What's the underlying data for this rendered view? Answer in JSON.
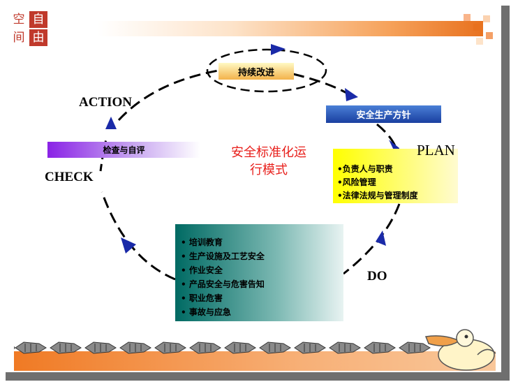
{
  "logo": {
    "chars": [
      "空",
      "自",
      "间",
      "由"
    ]
  },
  "colors": {
    "accent_orange": "#e8711e",
    "arrow_blue": "#1a2aa8",
    "title_red": "#e8201c",
    "teal": "#006a63"
  },
  "cycle": {
    "improve_label": "持续改进",
    "policy_label": "安全生产方针",
    "check_box_label": "检查与自评",
    "center_title_line1": "安全标准化运",
    "center_title_line2": "行模式",
    "stage_action": "ACTION",
    "stage_plan": "PLAN",
    "stage_check": "CHECK",
    "stage_do": "DO"
  },
  "plan_items": [
    "•负责人与职责",
    "•风险管理",
    "•法律法规与管理制度"
  ],
  "do_items": [
    "• 培训教育",
    "• 生产设施及工艺安全",
    "• 作业安全",
    "• 产品安全与危害告知",
    "• 职业危害",
    "• 事故与应急"
  ],
  "decor": {
    "fish_icon": "fish-icon",
    "pelican_icon": "pelican-icon"
  }
}
